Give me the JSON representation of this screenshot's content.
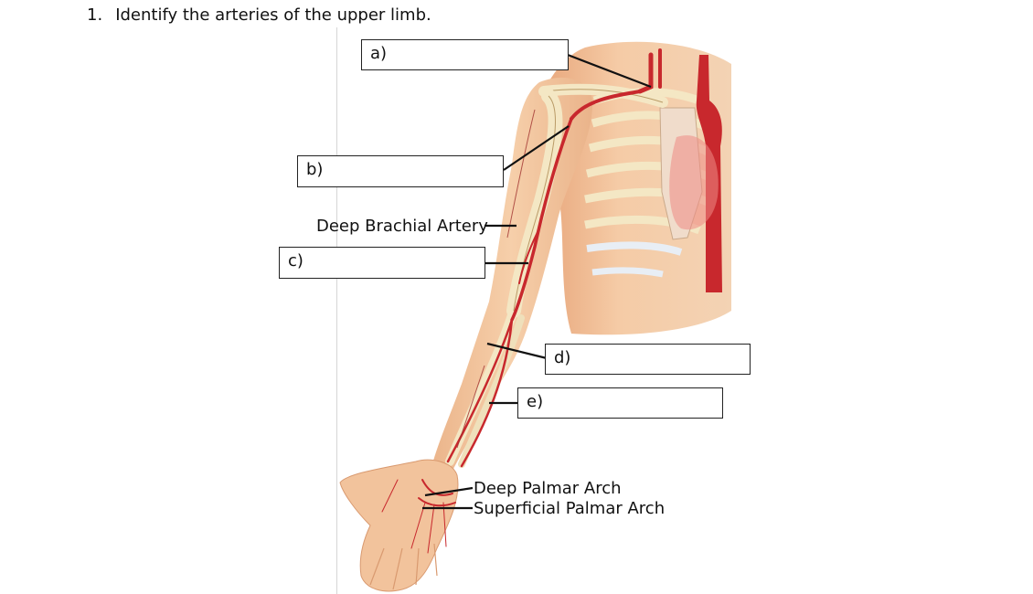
{
  "question": {
    "number": "1.",
    "text": "Identify the arteries of the upper limb."
  },
  "answer_boxes": [
    {
      "id": "a",
      "label": "a)",
      "value": ""
    },
    {
      "id": "b",
      "label": "b)",
      "value": ""
    },
    {
      "id": "c",
      "label": "c)",
      "value": ""
    },
    {
      "id": "d",
      "label": "d)",
      "value": ""
    },
    {
      "id": "e",
      "label": "e)",
      "value": ""
    }
  ],
  "labels": {
    "deep_brachial": "Deep Brachial Artery",
    "deep_palmar": "Deep Palmar Arch",
    "superficial_palmar": "Superficial Palmar Arch"
  },
  "colors": {
    "skin": "#f2c39c",
    "skin_shadow": "#e3a37a",
    "bone": "#f4e7c4",
    "bone_outline": "#b99a66",
    "artery": "#c8282d",
    "cartilage": "#e8eef5",
    "leader_line": "#111111"
  }
}
